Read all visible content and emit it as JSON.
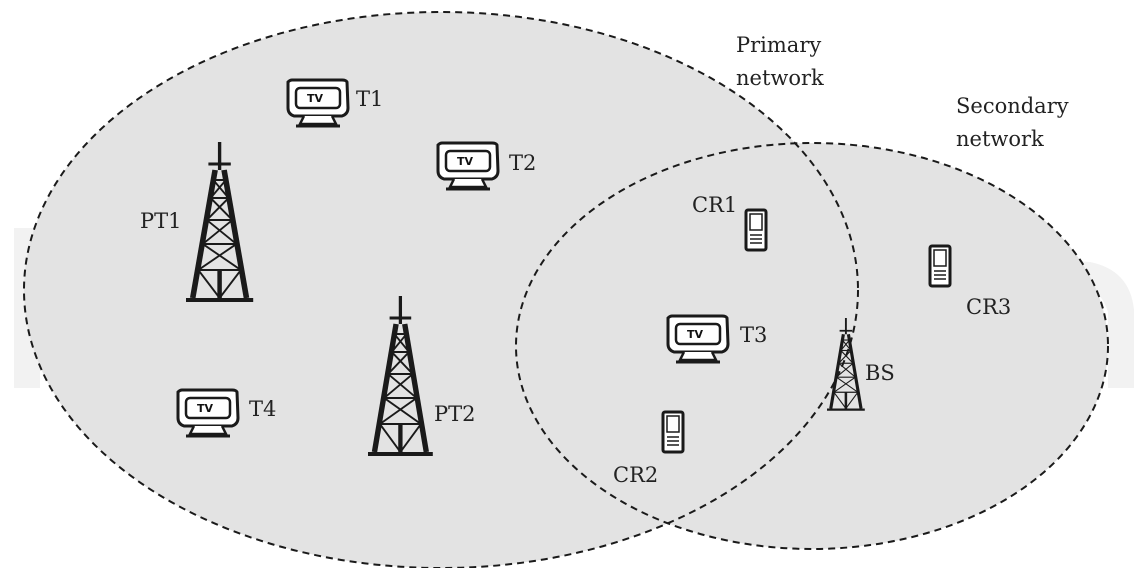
{
  "networks": {
    "primary": {
      "label_line1": "Primary",
      "label_line2": "network"
    },
    "secondary": {
      "label_line1": "Secondary",
      "label_line2": "network"
    }
  },
  "tv_icon_text": "TV",
  "nodes": {
    "t1": "T1",
    "t2": "T2",
    "t3": "T3",
    "t4": "T4",
    "pt1": "PT1",
    "pt2": "PT2",
    "cr1": "CR1",
    "cr2": "CR2",
    "cr3": "CR3",
    "bs": "BS"
  },
  "colors": {
    "region_fill": "#e3e3e3",
    "stroke": "#1a1a1a",
    "watermark": "#f0f0f0"
  }
}
